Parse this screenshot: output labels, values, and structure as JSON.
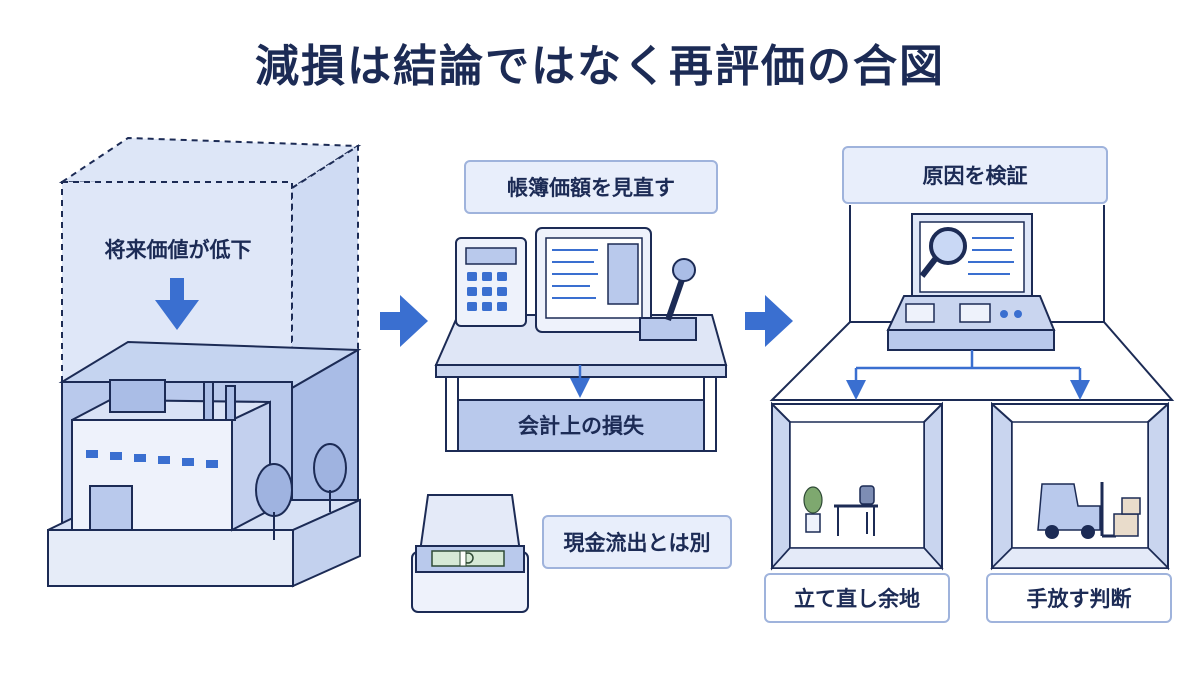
{
  "title": "減損は結論ではなく再評価の合図",
  "labels": {
    "future_value": "将来価値が低下",
    "review_book_value": "帳簿価額を見直す",
    "accounting_loss": "会計上の損失",
    "not_cash_outflow": "現金流出とは別",
    "verify_cause": "原因を検証",
    "room_to_rebuild": "立て直し余地",
    "decision_to_let_go": "手放す判断"
  },
  "colors": {
    "navy": "#1c2b55",
    "accent_blue": "#3a6fd0",
    "light_blue": "#dfe7f8",
    "mid_blue": "#b9c9ec"
  }
}
